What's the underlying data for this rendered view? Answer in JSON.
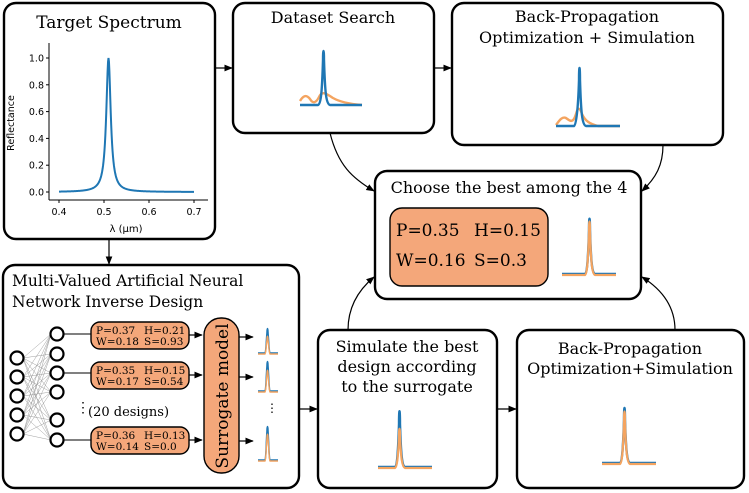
{
  "colors": {
    "spectrum_blue": "#1f77b4",
    "spectrum_orange": "#f4a460",
    "param_box_fill": "#f4a77a"
  },
  "target_spectrum": {
    "title": "Target Spectrum",
    "chart_data": {
      "type": "line",
      "xlabel": "λ (μm)",
      "ylabel": "Reflectance",
      "xlim": [
        0.4,
        0.7
      ],
      "ylim": [
        0.0,
        1.0
      ],
      "xticks": [
        "0.4",
        "0.5",
        "0.6",
        "0.7"
      ],
      "yticks": [
        "0.0",
        "0.2",
        "0.4",
        "0.6",
        "0.8",
        "1.0"
      ],
      "peak_x": 0.51,
      "peak_y": 1.0,
      "grid": false
    }
  },
  "dataset_search": {
    "title": "Dataset Search"
  },
  "bp_top": {
    "title_line1": "Back-Propagation",
    "title_line2": "Optimization + Simulation"
  },
  "choose": {
    "title": "Choose the best among the 4",
    "params": {
      "p": "P=0.35",
      "h": "H=0.15",
      "w": "W=0.16",
      "s": "S=0.3"
    }
  },
  "mvann": {
    "title_line1": "Multi-Valued Artificial Neural",
    "title_line2": "Network Inverse Design",
    "designs": [
      {
        "p": "P=0.37",
        "h": "H=0.21",
        "w": "W=0.18",
        "s": "S=0.93"
      },
      {
        "p": "P=0.35",
        "h": "H=0.15",
        "w": "W=0.17",
        "s": "S=0.54"
      },
      {
        "p": "P=0.36",
        "h": "H=0.13",
        "w": "W=0.14",
        "s": "S=0.0"
      }
    ],
    "ellipsis_left": "⋮",
    "ellipsis_right": "⋮",
    "designs_count": "(20 designs)",
    "surrogate_label": "Surrogate model"
  },
  "simulate_best": {
    "line1": "Simulate the best",
    "line2": "design according",
    "line3": "to the surrogate"
  },
  "bp_bottom": {
    "title_line1": "Back-Propagation",
    "title_line2": "Optimization+Simulation"
  }
}
